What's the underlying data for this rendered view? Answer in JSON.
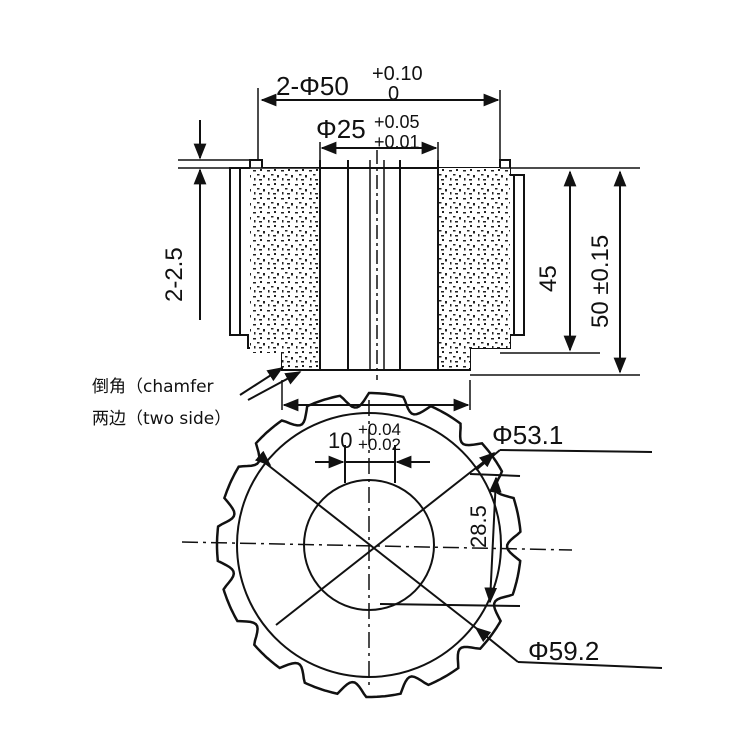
{
  "drawing": {
    "colors": {
      "line": "#111111",
      "fill": "#2a2a2a",
      "paper": "#ffffff"
    },
    "side_view": {
      "top_diameter": {
        "prefix": "2-Φ50",
        "tol_upper": "+0.10",
        "tol_lower": "0"
      },
      "bore_diameter": {
        "prefix": "Φ25",
        "tol_upper": "+0.05",
        "tol_lower": "+0.01"
      },
      "chamfer_label": "2-2.5",
      "inner_height": "45",
      "total_height": "50 ±0.15",
      "chamfer_note": {
        "line1": "倒角（chamfer",
        "line2": "两边（two side）"
      }
    },
    "front_view": {
      "keyway_width": {
        "prefix": "10",
        "tol_upper": "+0.04",
        "tol_lower": "+0.02"
      },
      "root_diameter": "Φ53.1",
      "key_depth": "28.5",
      "outer_diameter": "Φ59.2",
      "tooth_count": 15
    }
  }
}
